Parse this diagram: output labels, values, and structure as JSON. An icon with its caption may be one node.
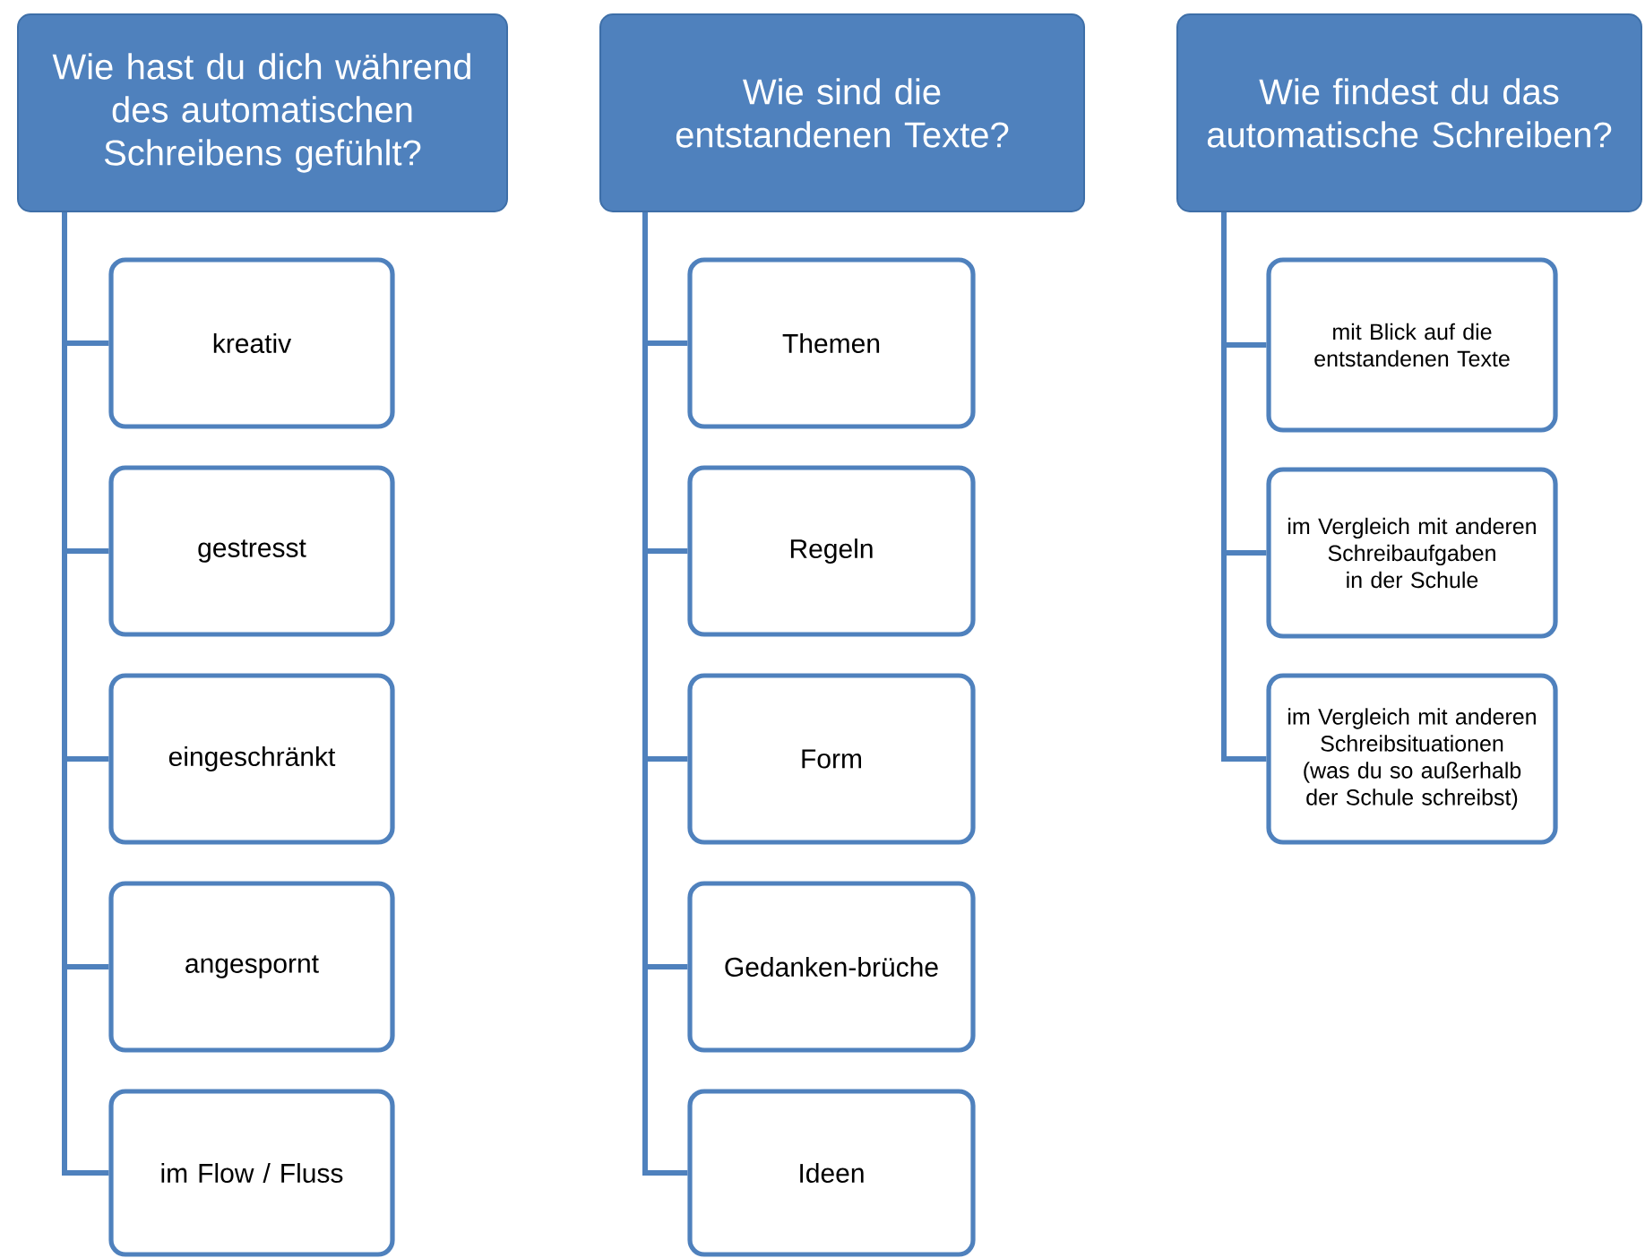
{
  "diagram": {
    "nodes": [
      {
        "text": [
          "Wie hast du dich während des automatischen Schreibens gefühlt?"
        ]
      },
      {
        "text": [
          "kreativ"
        ]
      },
      {
        "text": [
          "gestresst"
        ]
      },
      {
        "text": [
          "eingeschränkt"
        ]
      },
      {
        "text": [
          "angespornt"
        ]
      },
      {
        "text": [
          "im Flow / Fluss"
        ]
      },
      {
        "text": [
          "Wie sind die entstandenen Texte?"
        ]
      },
      {
        "text": [
          "Themen"
        ]
      },
      {
        "text": [
          "Regeln"
        ]
      },
      {
        "text": [
          "Form"
        ]
      },
      {
        "text": [
          "Gedanken-brüche"
        ]
      },
      {
        "text": [
          "Ideen"
        ]
      },
      {
        "text": [
          "Wie findest du das automatische Schreiben?"
        ]
      },
      {
        "text": [
          "mit Blick auf die entstandenen Texte"
        ]
      },
      {
        "text": [
          "im Vergleich mit anderen Schreibaufgaben in der Schule"
        ]
      },
      {
        "text": [
          "im Vergleich mit anderen Schreibsituationen (was du so außerhalb der Schule schreibst)"
        ]
      }
    ],
    "edges": [
      {
        "from": 0,
        "to": 1,
        "arrow": "none"
      },
      {
        "from": 0,
        "to": 2,
        "arrow": "none"
      },
      {
        "from": 0,
        "to": 3,
        "arrow": "none"
      },
      {
        "from": 0,
        "to": 4,
        "arrow": "none"
      },
      {
        "from": 0,
        "to": 5,
        "arrow": "none"
      },
      {
        "from": 6,
        "to": 7,
        "arrow": "none"
      },
      {
        "from": 6,
        "to": 8,
        "arrow": "none"
      },
      {
        "from": 6,
        "to": 9,
        "arrow": "none"
      },
      {
        "from": 6,
        "to": 10,
        "arrow": "none"
      },
      {
        "from": 6,
        "to": 11,
        "arrow": "none"
      },
      {
        "from": 12,
        "to": 13,
        "arrow": "none"
      },
      {
        "from": 12,
        "to": 14,
        "arrow": "none"
      },
      {
        "from": 12,
        "to": 15,
        "arrow": "none"
      }
    ]
  }
}
